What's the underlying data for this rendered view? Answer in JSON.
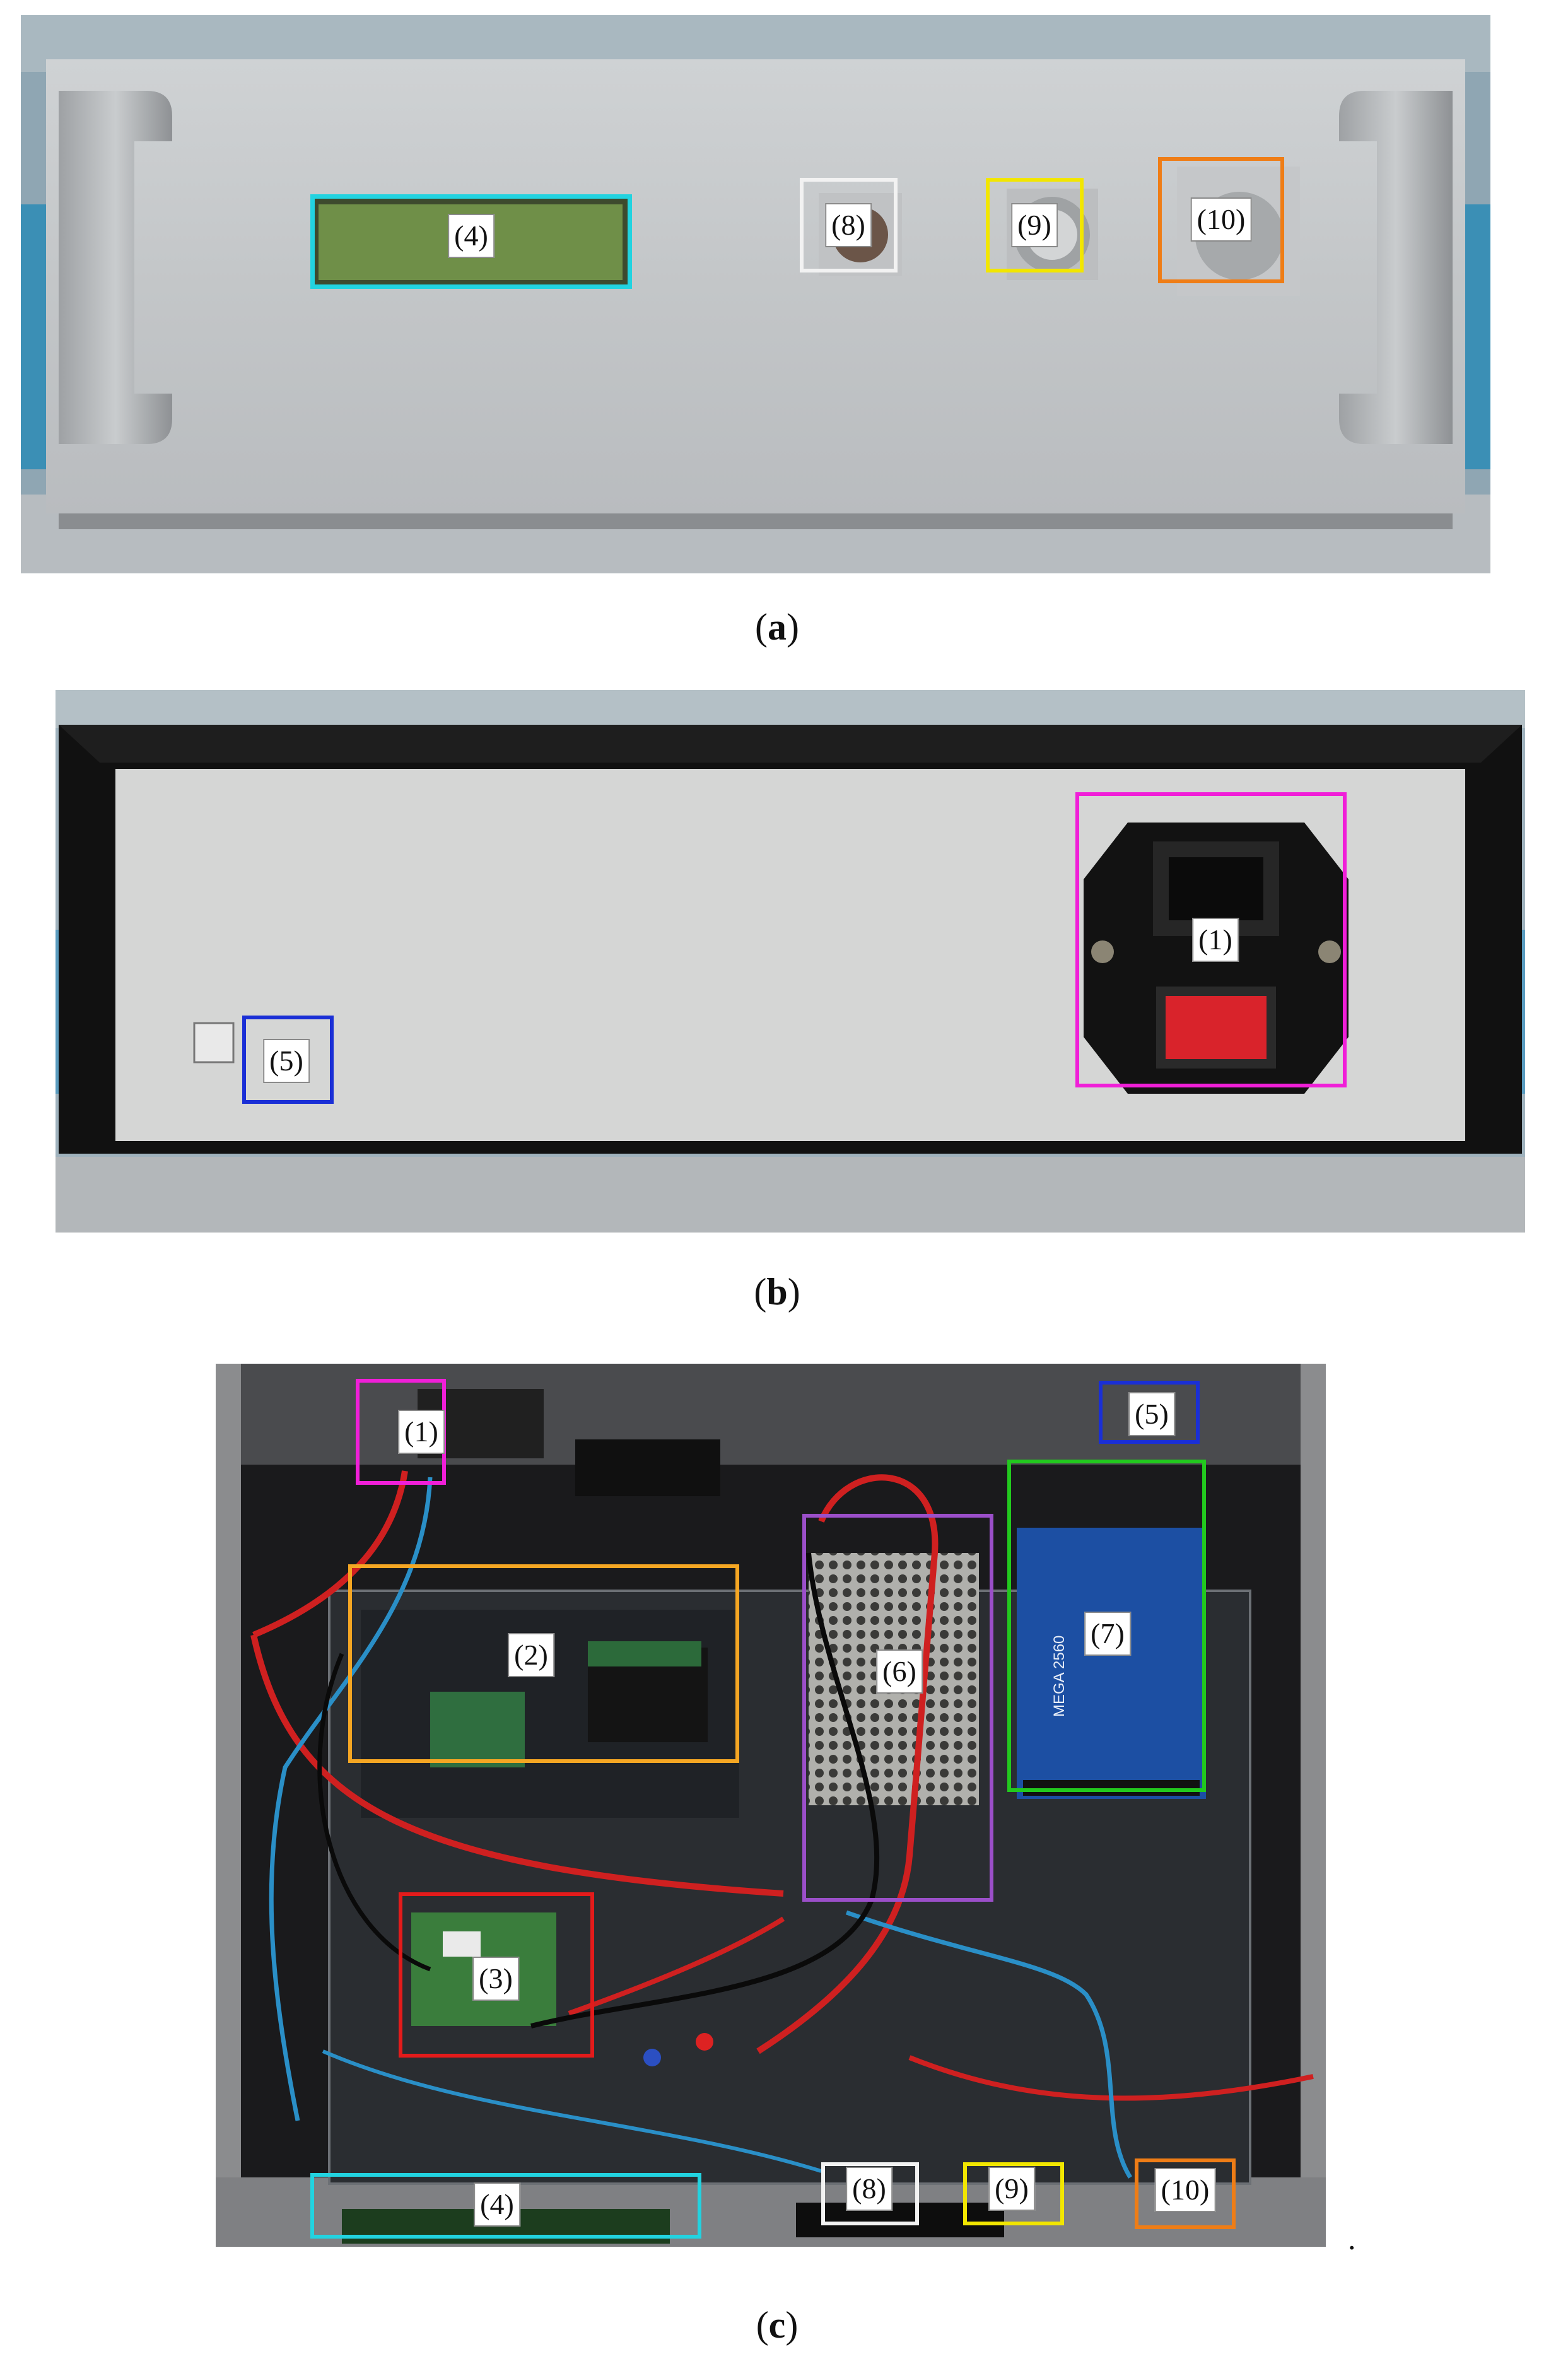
{
  "figure": {
    "panels": [
      {
        "id": "a",
        "caption_open": "(",
        "caption_letter": "a",
        "caption_close": ")",
        "view": "front panel of enclosure",
        "callouts": [
          {
            "text": "(4)",
            "color": "#22d3e0"
          },
          {
            "text": "(8)",
            "color": "#f2f2f2"
          },
          {
            "text": "(9)",
            "color": "#f2e600"
          },
          {
            "text": "(10)",
            "color": "#ef7d16"
          }
        ]
      },
      {
        "id": "b",
        "caption_open": "(",
        "caption_letter": "b",
        "caption_close": ")",
        "view": "rear panel of enclosure",
        "callouts": [
          {
            "text": "(1)",
            "color": "#f01fd8"
          },
          {
            "text": "(5)",
            "color": "#1a2fd6"
          }
        ]
      },
      {
        "id": "c",
        "caption_open": "(",
        "caption_letter": "c",
        "caption_close": ")",
        "view": "inside of enclosure",
        "callouts": [
          {
            "text": "(1)",
            "color": "#f01fd8"
          },
          {
            "text": "(2)",
            "color": "#f5a623"
          },
          {
            "text": "(3)",
            "color": "#e31b1b"
          },
          {
            "text": "(4)",
            "color": "#22d3e0"
          },
          {
            "text": "(5)",
            "color": "#1a2fd6"
          },
          {
            "text": "(6)",
            "color": "#9b4fc9"
          },
          {
            "text": "(7)",
            "color": "#22c91e"
          },
          {
            "text": "(8)",
            "color": "#f2f2f2"
          },
          {
            "text": "(9)",
            "color": "#f2e600"
          },
          {
            "text": "(10)",
            "color": "#ef7d16"
          }
        ],
        "board_print": "MEGA 2560"
      }
    ],
    "trailing_mark": "."
  }
}
